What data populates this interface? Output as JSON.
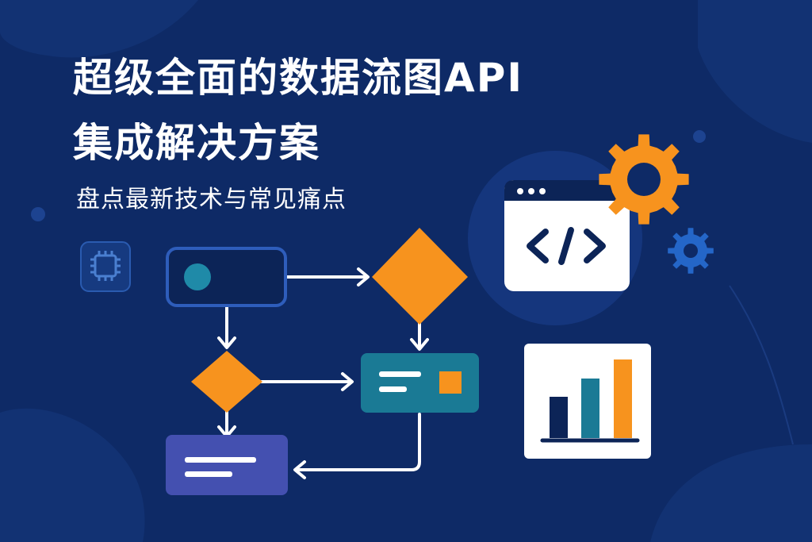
{
  "headline": {
    "line1": "超级全面的数据流图API",
    "line2": "集成解决方案"
  },
  "subheadline": "盘点最新技术与常见痛点",
  "icons": {
    "chip": "cpu-chip-icon",
    "code_window": "code-window-icon",
    "gear_large": "gear-icon",
    "gear_small": "gear-icon",
    "bar_chart": "bar-chart-icon"
  },
  "bar_chart_levels": [
    0.5,
    0.72,
    0.95
  ],
  "colors": {
    "background": "#0e2a66",
    "orange": "#f7931e",
    "teal": "#1a7a95",
    "purple": "#4450b0",
    "navy": "#0c2457",
    "white": "#ffffff"
  }
}
